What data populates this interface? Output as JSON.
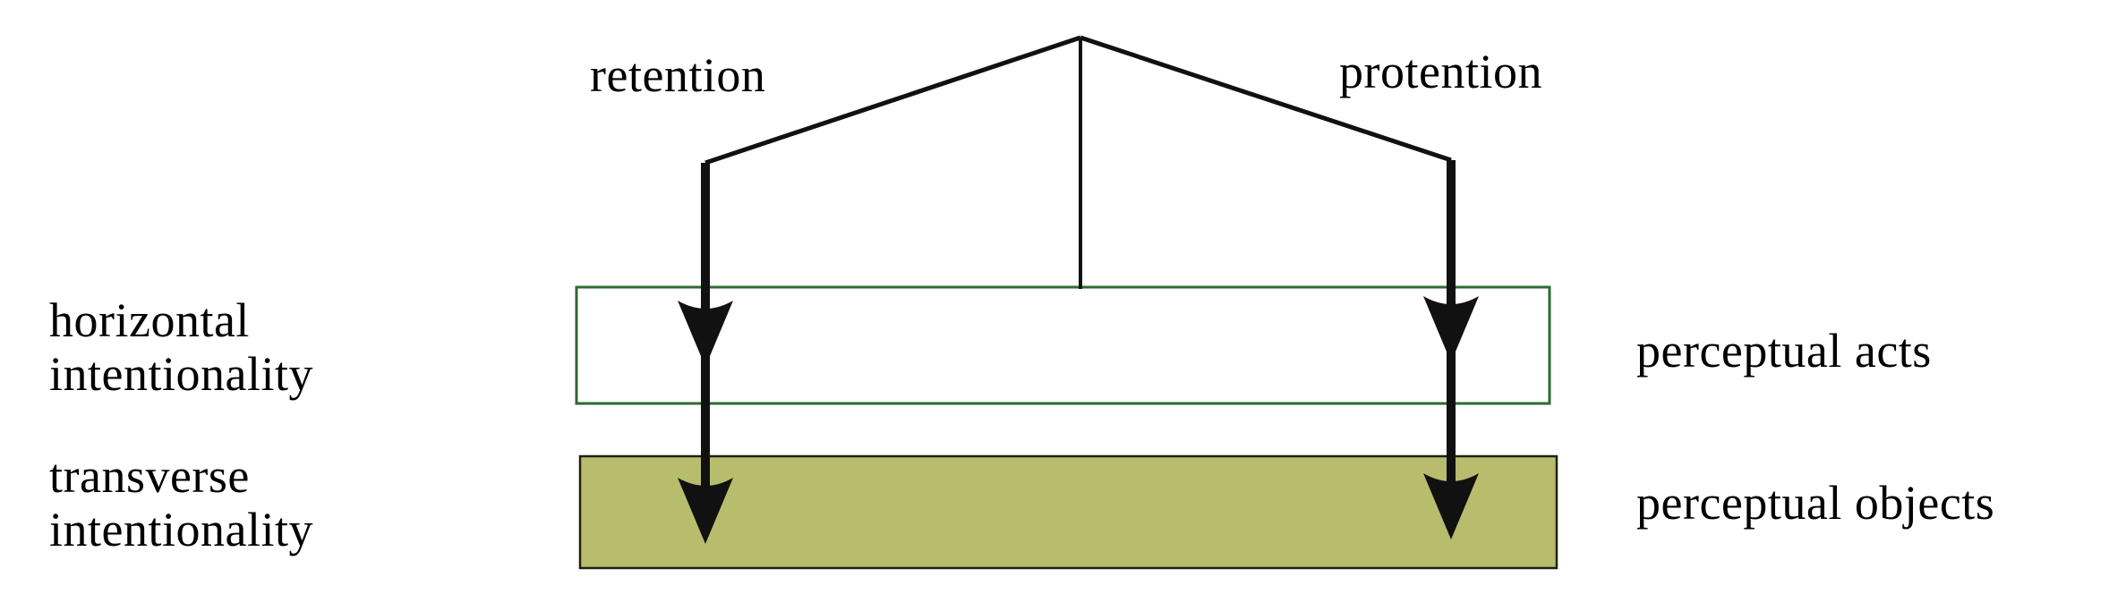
{
  "diagram": {
    "labels": {
      "retention": "retention",
      "protention": "protention",
      "horizontal_intentionality": "horizontal\nintentionality",
      "transverse_intentionality": "transverse\nintentionality",
      "perceptual_acts": "perceptual acts",
      "perceptual_objects": "perceptual objects"
    },
    "colors": {
      "background": "#ffffff",
      "text": "#000000",
      "line": "#111111",
      "acts_box_fill": "#ffffff",
      "acts_box_border": "#2f6a32",
      "objects_box_fill": "#b8bc6d",
      "objects_box_border": "#20200f"
    }
  }
}
